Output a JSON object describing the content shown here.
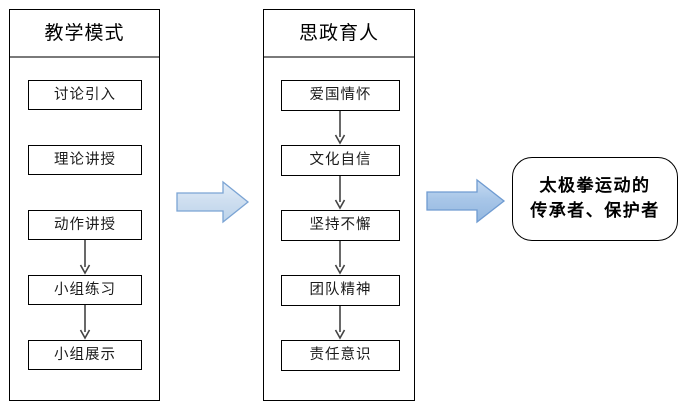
{
  "diagram": {
    "type": "flowchart",
    "columns": [
      {
        "id": "teaching-mode",
        "title": "教学模式",
        "steps": [
          {
            "label": "讨论引入",
            "arrow_to_next": false
          },
          {
            "label": "理论讲授",
            "arrow_to_next": false
          },
          {
            "label": "动作讲授",
            "arrow_to_next": true
          },
          {
            "label": "小组练习",
            "arrow_to_next": true
          },
          {
            "label": "小组展示",
            "arrow_to_next": false
          }
        ]
      },
      {
        "id": "ideological-education",
        "title": "思政育人",
        "steps": [
          {
            "label": "爱国情怀",
            "arrow_to_next": true
          },
          {
            "label": "文化自信",
            "arrow_to_next": true
          },
          {
            "label": "坚持不懈",
            "arrow_to_next": true
          },
          {
            "label": "团队精神",
            "arrow_to_next": true
          },
          {
            "label": "责任意识",
            "arrow_to_next": false
          }
        ]
      }
    ],
    "connectors": [
      {
        "id": "arrow-teaching-to-ideology",
        "name": "block-arrow-right"
      },
      {
        "id": "arrow-ideology-to-result",
        "name": "block-arrow-right"
      }
    ],
    "result": {
      "lines": [
        "太极拳运动的",
        "传承者、保护者"
      ]
    },
    "colors": {
      "outline": "#000000",
      "divider": "#7a7a7a",
      "arrow_fill_light": "#ccdcee",
      "arrow_fill_dark": "#9dbfe3",
      "arrow_stroke": "#6f9bd1",
      "background": "#ffffff"
    }
  }
}
